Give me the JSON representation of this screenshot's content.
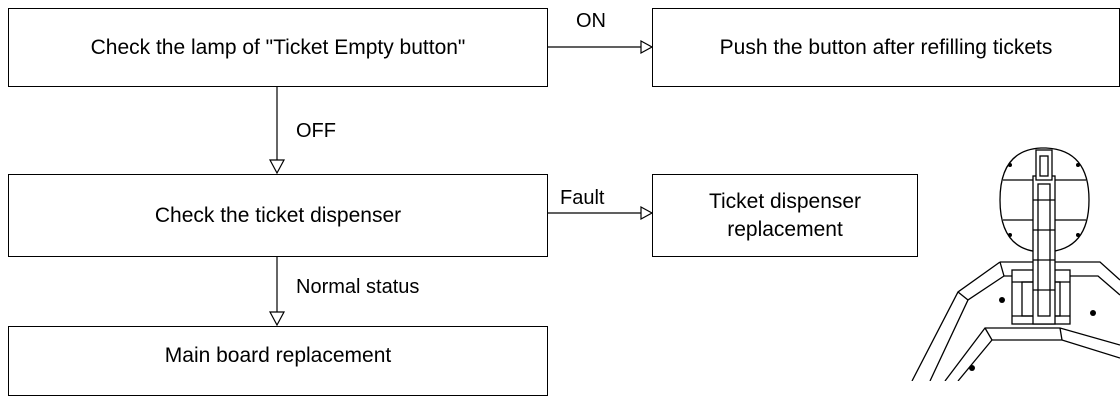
{
  "nodes": {
    "check_lamp": "Check the lamp of \"Ticket Empty button\"",
    "push_button": "Push the button after refilling tickets",
    "check_dispenser": "Check the ticket dispenser",
    "dispenser_replacement_line1": "Ticket dispenser",
    "dispenser_replacement_line2": "replacement",
    "main_board": "Main board replacement"
  },
  "edges": {
    "on": "ON",
    "off": "OFF",
    "fault": "Fault",
    "normal": "Normal status"
  },
  "illustration": {
    "icon": "ticket-dispenser-machine-illustration"
  }
}
